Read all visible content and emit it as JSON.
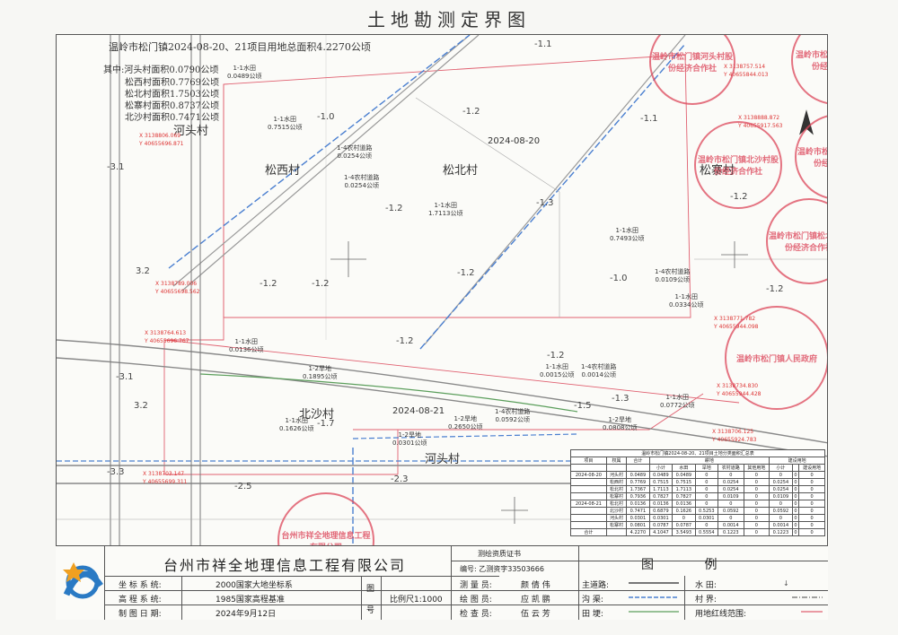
{
  "page": {
    "title": "土地勘测定界图"
  },
  "map": {
    "header_line": "温岭市松门镇2024-08-20、21项目用地总面积4.2270公顷",
    "sub_lines": [
      "其中:河头村面积0.0790公顷",
      "松西村面积0.7769公顷",
      "松北村面积1.7503公顷",
      "松寨村面积0.8737公顷",
      "北沙村面积0.7471公顷"
    ],
    "villages": {
      "hetou_top": "河头村",
      "songxi": "松西村",
      "songbei": "松北村",
      "songzhai": "松寨村",
      "beisha": "北沙村",
      "hetou_bottom": "河头村"
    },
    "project_dates": {
      "north": "2024-08-20",
      "south": "2024-08-21"
    },
    "parcels": [
      {
        "code": "1-1水田",
        "area": "0.0489公顷"
      },
      {
        "code": "1-1水田",
        "area": "0.7515公顷"
      },
      {
        "code": "1-4农村道路",
        "area": "0.0254公顷"
      },
      {
        "code": "1-4农村道路",
        "area": "0.0254公顷"
      },
      {
        "code": "1-1水田",
        "area": "1.7113公顷"
      },
      {
        "code": "1-1水田",
        "area": "0.7493公顷"
      },
      {
        "code": "1-4农村道路",
        "area": "0.0109公顷"
      },
      {
        "code": "1-1水田",
        "area": "0.0334公顷"
      },
      {
        "code": "1-1水田",
        "area": "0.0136公顷"
      },
      {
        "code": "1-2旱地",
        "area": "0.1895公顷"
      },
      {
        "code": "1-1水田",
        "area": "0.0015公顷"
      },
      {
        "code": "1-4农村道路",
        "area": "0.0014公顷"
      },
      {
        "code": "1-1水田",
        "area": "0.0772公顷"
      },
      {
        "code": "1-1水田",
        "area": "0.1626公顷"
      },
      {
        "code": "1-2旱地",
        "area": "0.2650公顷"
      },
      {
        "code": "1-4农村道路",
        "area": "0.0592公顷"
      },
      {
        "code": "1-2旱地",
        "area": "0.0808公顷"
      },
      {
        "code": "1-2旱地",
        "area": "0.0301公顷"
      }
    ],
    "coords": [
      {
        "x": "X 3138757.514",
        "y": "Y 40655844.013"
      },
      {
        "x": "X 3138888.872",
        "y": "Y 40655917.563"
      },
      {
        "x": "X 3138806.069",
        "y": "Y 40655696.871"
      },
      {
        "x": "X 3138789.006",
        "y": "Y 40655698.562"
      },
      {
        "x": "X 3138771.782",
        "y": "Y 40655944.098"
      },
      {
        "x": "X 3138764.613",
        "y": "Y 40655696.767"
      },
      {
        "x": "X 3138734.830",
        "y": "Y 40655944.428"
      },
      {
        "x": "X 3138706.125",
        "y": "Y 40655924.783"
      },
      {
        "x": "X 3138703.147",
        "y": "Y 40655699.311"
      }
    ],
    "elevations": [
      "-1.0",
      "-1.1",
      "-1.2",
      "-1.1",
      "-3.1",
      "-1.2",
      "-1.3",
      "-1.2",
      "-1.2",
      "-1.0",
      "-1.2",
      "-1.2",
      "-1.2",
      "3.2",
      "-3.1",
      "3.2",
      "-1.3",
      "-1.5",
      "-3.3",
      "-2.5",
      "-2.3",
      "-1.2",
      "-1.2",
      "-1.7"
    ]
  },
  "summary_table": {
    "title": "温岭市松门镇2024-08-20、21项目土地分类面积汇总表",
    "headers": [
      "项目",
      "权属",
      "合计",
      "耕地",
      "",
      "",
      "",
      "",
      "建设用地",
      "",
      ""
    ],
    "subheaders": [
      "",
      "",
      "",
      "小计",
      "水田",
      "旱地",
      "农村道路",
      "其他用地",
      "小计",
      "",
      "建设用地"
    ],
    "rows": [
      [
        "2024-08-20",
        "河头村",
        "0.0489",
        "0.0489",
        "0.0489",
        "0",
        "0",
        "0",
        "0",
        "0",
        "0"
      ],
      [
        "",
        "松西村",
        "0.7769",
        "0.7515",
        "0.7515",
        "0",
        "0.0254",
        "0",
        "0.0254",
        "0",
        "0"
      ],
      [
        "",
        "松北村",
        "1.7367",
        "1.7113",
        "1.7113",
        "0",
        "0.0254",
        "0",
        "0.0254",
        "0",
        "0"
      ],
      [
        "",
        "松寨村",
        "0.7936",
        "0.7827",
        "0.7827",
        "0",
        "0.0109",
        "0",
        "0.0109",
        "0",
        "0"
      ],
      [
        "2024-08-21",
        "松北村",
        "0.0136",
        "0.0136",
        "0.0136",
        "0",
        "0",
        "0",
        "0",
        "0",
        "0"
      ],
      [
        "",
        "北沙村",
        "0.7471",
        "0.6879",
        "0.1626",
        "0.5253",
        "0.0592",
        "0",
        "0.0592",
        "0",
        "0"
      ],
      [
        "",
        "河头村",
        "0.0301",
        "0.0301",
        "0",
        "0.0301",
        "0",
        "0",
        "0",
        "0",
        "0"
      ],
      [
        "",
        "松寨村",
        "0.0801",
        "0.0787",
        "0.0787",
        "0",
        "0.0014",
        "0",
        "0.0014",
        "0",
        "0"
      ],
      [
        "合计",
        "",
        "4.2270",
        "4.1047",
        "3.5493",
        "0.5554",
        "0.1223",
        "0",
        "0.1223",
        "0",
        "0"
      ]
    ]
  },
  "stamps": [
    {
      "text": "温岭市松门镇河头村股份经济合作社"
    },
    {
      "text": "温岭市松门镇松西村股份经济合作社"
    },
    {
      "text": "温岭市松门镇北沙村股份经济合作社"
    },
    {
      "text": "温岭市松门镇松寨村股份经济合作社"
    },
    {
      "text": "温岭市松门镇松北村股份经济合作社"
    },
    {
      "text": "温岭市松门镇人民政府"
    },
    {
      "text": "台州市祥全地理信息工程有限公司"
    }
  ],
  "title_block": {
    "company": "台州市祥全地理信息工程有限公司",
    "cert_title": "测绘资质证书",
    "cert_no": "编号: 乙测资字33503666",
    "coord_system_label": "坐 标 系 统:",
    "coord_system_value": "2000国家大地坐标系",
    "height_system_label": "高 程 系 统:",
    "height_system_value": "1985国家高程基准",
    "date_label": "制 图 日 期:",
    "date_value": "2024年9月12日",
    "map_label": "图",
    "map_label2": "号",
    "scale": "比例尺1:1000",
    "surveyor_label": "测 量 员:",
    "surveyor": "颜 倩 伟",
    "drafter_label": "绘 图 员:",
    "drafter": "应 凯 鹏",
    "checker_label": "检 查 员:",
    "checker": "伍 云 芳",
    "legend_title": "图 例",
    "legend_items": [
      "主道路:",
      "沟 渠:",
      "田 埂:",
      "水 田:",
      "村 界:",
      "用地红线范围:"
    ]
  }
}
